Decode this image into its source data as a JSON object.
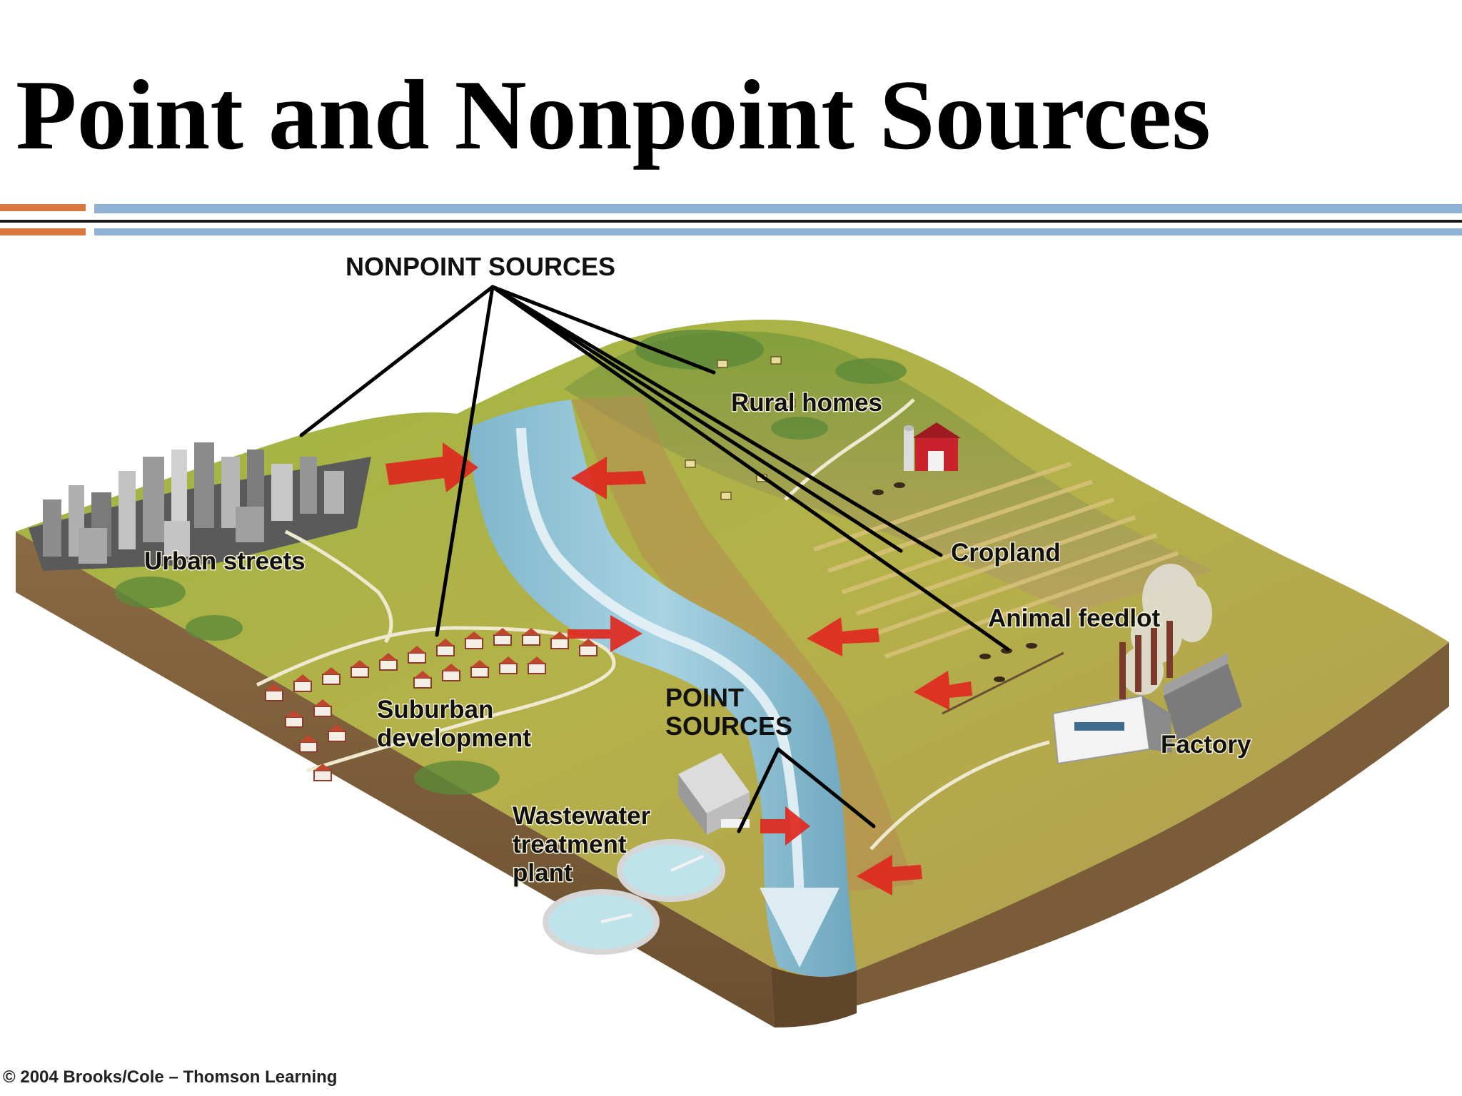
{
  "slide": {
    "title": "Point and Nonpoint Sources",
    "copyright": "© 2004 Brooks/Cole – Thomson Learning",
    "colors": {
      "accent_orange": "#d9773f",
      "accent_blue": "#8fb2d4",
      "rule": "#1b1b1b"
    }
  },
  "diagram": {
    "group_labels": {
      "nonpoint": "NONPOINT SOURCES",
      "point_line1": "POINT",
      "point_line2": "SOURCES"
    },
    "nonpoint_sources": {
      "urban_streets": "Urban streets",
      "suburban_line1": "Suburban",
      "suburban_line2": "development",
      "rural_homes": "Rural homes",
      "cropland": "Cropland",
      "animal_feedlot": "Animal feedlot"
    },
    "point_sources": {
      "wastewater_line1": "Wastewater",
      "wastewater_line2": "treatment",
      "wastewater_line3": "plant",
      "factory": "Factory"
    }
  }
}
